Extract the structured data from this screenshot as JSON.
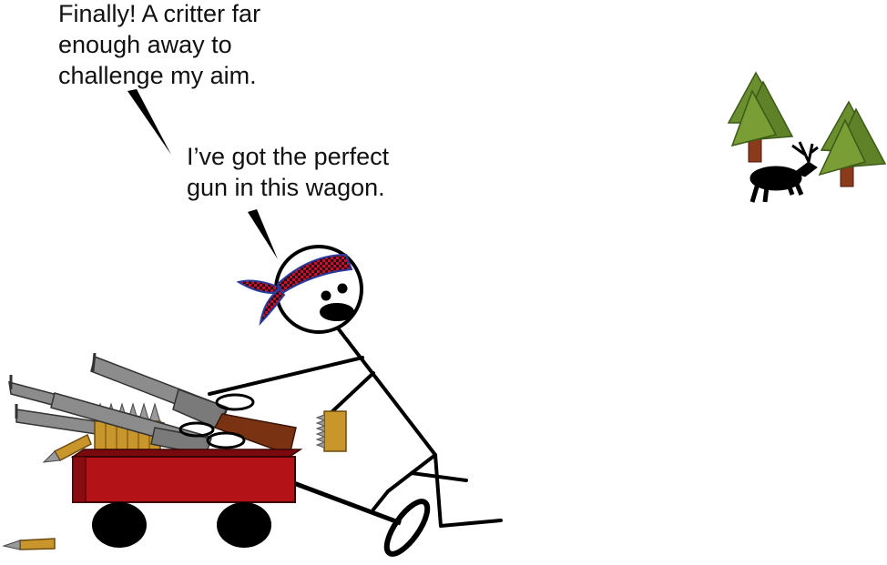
{
  "speech": {
    "line1": "Finally! A critter far\nenough away to\nchallenge my aim.",
    "line2": "I’ve got the perfect\ngun in this wagon."
  },
  "colors": {
    "wagon_red": "#b31217",
    "wagon_dark": "#7a0a0d",
    "ammo_gold": "#c8962a",
    "tree_green": "#6b8e2e",
    "tree_trunk": "#8b3a1c",
    "bandana": "#c4122a",
    "gun_gray": "#8c8c8c",
    "stock_brown": "#7a3312"
  },
  "icons": [
    "stick-figure",
    "wagon",
    "rifles",
    "ammo-box",
    "bullet",
    "tree",
    "elk"
  ]
}
